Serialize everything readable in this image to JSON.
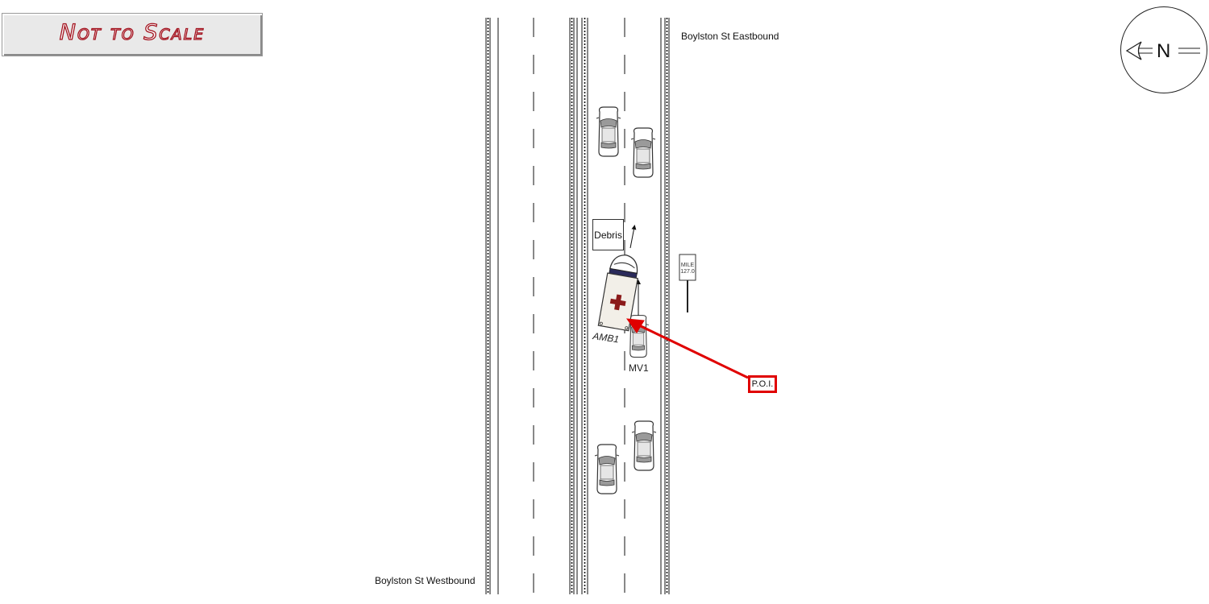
{
  "scale_note": "Not to Scale",
  "roads": {
    "eastbound_label": "Boylston St Eastbound",
    "westbound_label": "Boylston St Westbound"
  },
  "compass": {
    "letter": "N"
  },
  "vehicles": {
    "ambulance_label": "AMB1",
    "mv_label": "MV1"
  },
  "debris_label": "Debris",
  "poi_label": "P.O.I.",
  "mile_sign": {
    "line1": "MILE",
    "line2": "127.0"
  },
  "colors": {
    "poi_red": "#e00000",
    "cross_red": "#8b1a1a",
    "scale_text_red": "#a31420"
  }
}
